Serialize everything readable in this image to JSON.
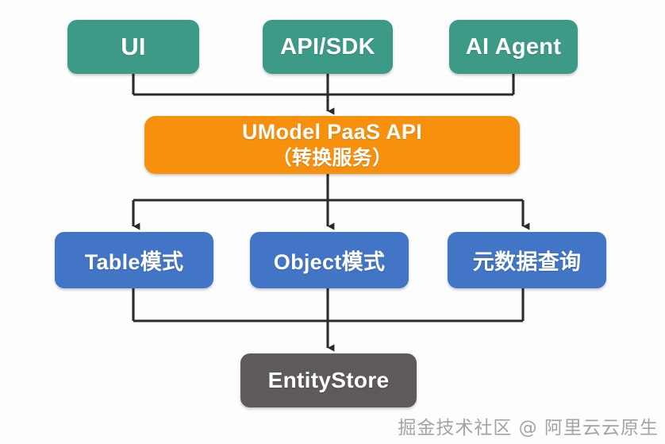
{
  "diagram": {
    "title": "UModel PaaS API architecture flow",
    "background_color": "#fdfdfd",
    "connector_color": "#2b2b2b",
    "nodes": {
      "ui": {
        "label": "UI",
        "color": "#3c9a87",
        "shape": "rounded-rect"
      },
      "api_sdk": {
        "label": "API/SDK",
        "color": "#3c9a87",
        "shape": "rounded-rect"
      },
      "ai_agent": {
        "label": "AI Agent",
        "color": "#3c9a87",
        "shape": "rounded-rect"
      },
      "paas_api": {
        "label_line1": "UModel PaaS API",
        "label_line2": "（转换服务）",
        "color": "#f7900d",
        "shape": "rounded-rect"
      },
      "table_mode": {
        "label": "Table模式",
        "color": "#4275c5",
        "shape": "rounded-rect"
      },
      "object_mode": {
        "label": "Object模式",
        "color": "#4275c5",
        "shape": "rounded-rect"
      },
      "metadata_query": {
        "label": "元数据查询",
        "color": "#4275c5",
        "shape": "rounded-rect"
      },
      "entity_store": {
        "label": "EntityStore",
        "color": "#5d5a59",
        "shape": "rounded-rect"
      }
    },
    "edges": [
      {
        "from": "ui",
        "to": "paas_api",
        "style": "orthogonal-arrow"
      },
      {
        "from": "api_sdk",
        "to": "paas_api",
        "style": "orthogonal-arrow"
      },
      {
        "from": "ai_agent",
        "to": "paas_api",
        "style": "orthogonal-arrow"
      },
      {
        "from": "paas_api",
        "to": "table_mode",
        "style": "orthogonal-arrow"
      },
      {
        "from": "paas_api",
        "to": "object_mode",
        "style": "orthogonal-arrow"
      },
      {
        "from": "paas_api",
        "to": "metadata_query",
        "style": "orthogonal-arrow"
      },
      {
        "from": "table_mode",
        "to": "entity_store",
        "style": "orthogonal-arrow"
      },
      {
        "from": "object_mode",
        "to": "entity_store",
        "style": "orthogonal-arrow"
      },
      {
        "from": "metadata_query",
        "to": "entity_store",
        "style": "orthogonal-arrow"
      }
    ]
  },
  "watermark": {
    "text": "掘金技术社区 @ 阿里云云原生",
    "color": "#9d9d9d"
  }
}
